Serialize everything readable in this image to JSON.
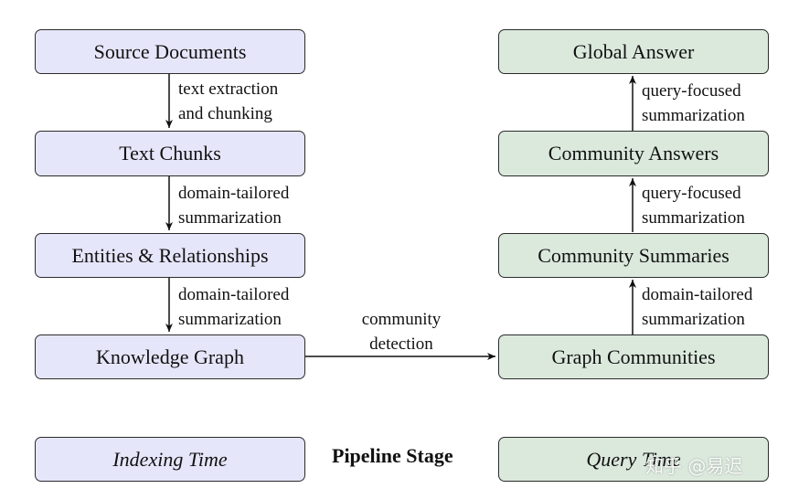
{
  "indexing": {
    "source_documents": "Source Documents",
    "text_chunks": "Text Chunks",
    "entities_relationships": "Entities & Relationships",
    "knowledge_graph": "Knowledge Graph"
  },
  "query": {
    "global_answer": "Global Answer",
    "community_answers": "Community Answers",
    "community_summaries": "Community Summaries",
    "graph_communities": "Graph Communities"
  },
  "edges": {
    "e1": [
      "text extraction",
      "and chunking"
    ],
    "e2": [
      "domain-tailored",
      "summarization"
    ],
    "e3": [
      "domain-tailored",
      "summarization"
    ],
    "e4": [
      "community",
      "detection"
    ],
    "e5": [
      "domain-tailored",
      "summarization"
    ],
    "e6": [
      "query-focused",
      "summarization"
    ],
    "e7": [
      "query-focused",
      "summarization"
    ]
  },
  "legend": {
    "indexing_time": "Indexing Time",
    "pipeline_stage": "Pipeline Stage",
    "query_time": "Query Time"
  },
  "watermark": "知乎 @易迟",
  "colors": {
    "indexing_fill": "#e6e6fb",
    "query_fill": "#dbe9dd",
    "border": "#2b2b2b"
  }
}
